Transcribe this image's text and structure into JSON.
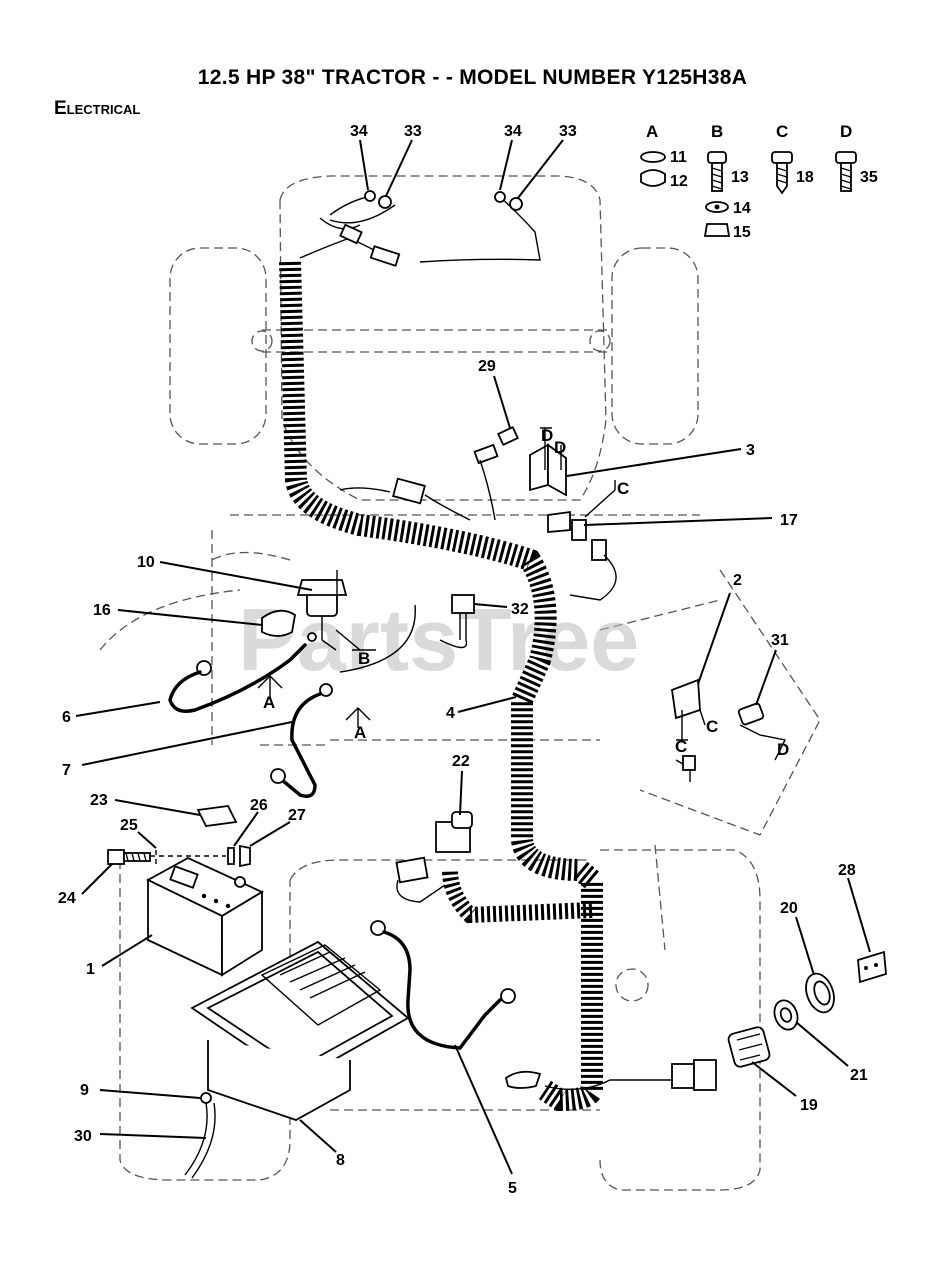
{
  "header": {
    "title": "12.5 HP 38\" TRACTOR - - MODEL NUMBER Y125H38A",
    "section": "Electrical"
  },
  "watermark": "PartsTree",
  "hardware_key": {
    "A": [
      "11",
      "12"
    ],
    "B": [
      "13",
      "14",
      "15"
    ],
    "C": [
      "18"
    ],
    "D": [
      "35"
    ]
  },
  "callouts": [
    "1",
    "2",
    "3",
    "4",
    "5",
    "6",
    "7",
    "8",
    "9",
    "10",
    "16",
    "17",
    "19",
    "20",
    "21",
    "22",
    "23",
    "24",
    "25",
    "26",
    "27",
    "28",
    "29",
    "30",
    "31",
    "32",
    "33",
    "34"
  ],
  "labels": {
    "A": "A",
    "B": "B",
    "C": "C",
    "D": "D",
    "n1": "1",
    "n2": "2",
    "n3": "3",
    "n4": "4",
    "n5": "5",
    "n6": "6",
    "n7": "7",
    "n8": "8",
    "n9": "9",
    "n10": "10",
    "n11": "11",
    "n12": "12",
    "n13": "13",
    "n14": "14",
    "n15": "15",
    "n16": "16",
    "n17": "17",
    "n18": "18",
    "n19": "19",
    "n20": "20",
    "n21": "21",
    "n22": "22",
    "n23": "23",
    "n24": "24",
    "n25": "25",
    "n26": "26",
    "n27": "27",
    "n28": "28",
    "n29": "29",
    "n30": "30",
    "n31": "31",
    "n32": "32",
    "n33": "33",
    "n34": "34",
    "n35": "35"
  }
}
